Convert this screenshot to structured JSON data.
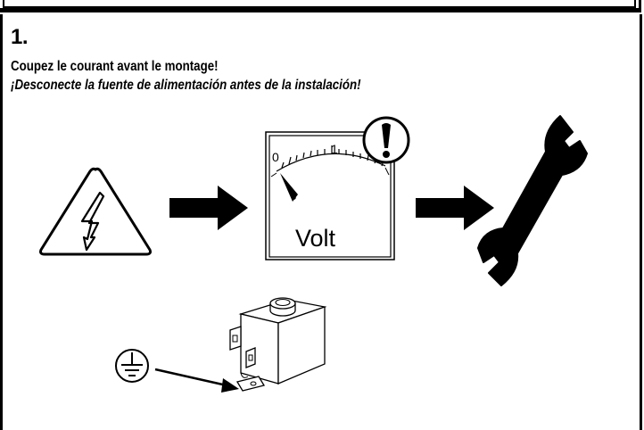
{
  "step": {
    "number": "1."
  },
  "instructions": {
    "french": "Coupez le courant avant le montage!",
    "spanish": "¡Desconecte la fuente de alimentación antes de la instalación!"
  },
  "voltmeter": {
    "unit_label": "Volt",
    "scale_min": "0",
    "scale_mark": "1"
  },
  "icons": [
    "high-voltage-warning-icon",
    "arrow-right-icon",
    "voltmeter-icon",
    "exclamation-icon",
    "wrench-icon",
    "ground-symbol-icon",
    "solenoid-coil-icon"
  ]
}
